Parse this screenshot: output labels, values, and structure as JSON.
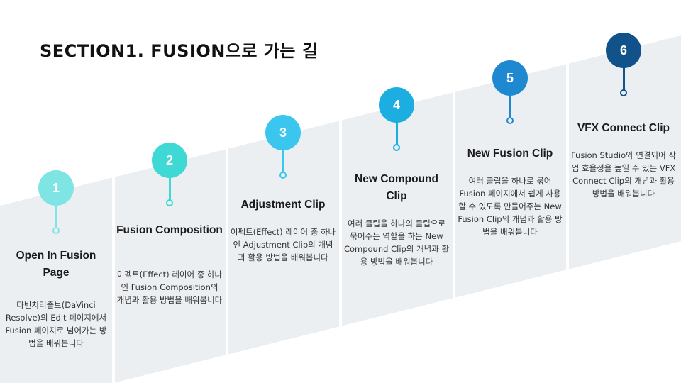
{
  "title": "SECTION1. FUSION으로 가는 길",
  "steps": [
    {
      "number": "1",
      "title": "Open In Fusion Page",
      "description": "다빈치리졸브(DaVinci Resolve)의 Edit 페이지에서 Fusion 페이지로 넘어가는 방법을 배워봅니다",
      "color": "#7ee5e4"
    },
    {
      "number": "2",
      "title": "Fusion Composition",
      "description": "이펙트(Effect) 레이어 중 하나인 Fusion Composition의 개념과 활용 방법을 배워봅니다",
      "color": "#3ed8d5"
    },
    {
      "number": "3",
      "title": "Adjustment Clip",
      "description": "이펙트(Effect) 레이어 중 하나인 Adjustment Clip의 개념과 활용 방법을 배워봅니다",
      "color": "#3ac6ef"
    },
    {
      "number": "4",
      "title": "New Compound Clip",
      "description": "여러 클립을 하나의 클립으로 묶어주는 역할을 하는 New Compound Clip의 개념과 활용 방법을 배워봅니다",
      "color": "#1caee0"
    },
    {
      "number": "5",
      "title": "New Fusion Clip",
      "description": "여러 클립을 하나로 묶어 Fusion 페이지에서 쉽게 사용할 수 있도록 만들어주는 New Fusion Clip의 개념과 활용 방법을 배워봅니다",
      "color": "#1e88d0"
    },
    {
      "number": "6",
      "title": "VFX Connect Clip",
      "description": "Fusion Studio와 연결되어 작업 효율성을 높일 수 있는 VFX Connect Clip의 개념과 활용 방법을 배워봅니다",
      "color": "#12528a"
    }
  ]
}
